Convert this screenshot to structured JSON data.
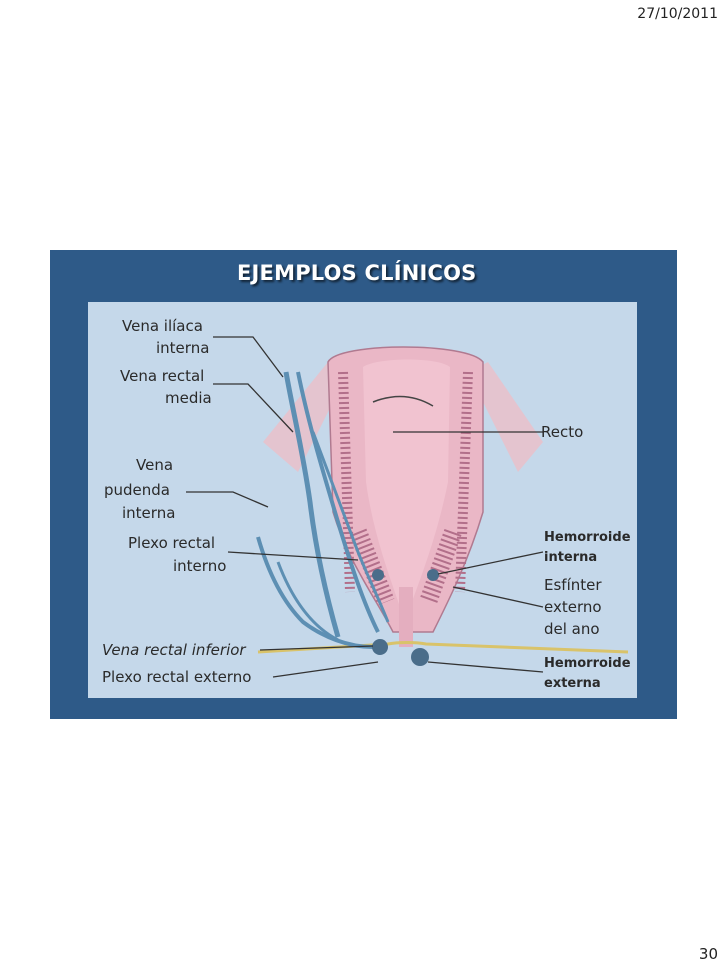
{
  "header": {
    "date": "27/10/2011"
  },
  "footer": {
    "page_number": "30"
  },
  "slide": {
    "title": "EJEMPLOS CLÍNICOS",
    "labels": {
      "vena_iliaca_1": "Vena ilíaca",
      "vena_iliaca_2": "interna",
      "vena_rectal_media_1": "Vena rectal",
      "vena_rectal_media_2": "media",
      "vena_pudenda_1": "Vena",
      "vena_pudenda_2": "pudenda",
      "vena_pudenda_3": "interna",
      "plexo_interno_1": "Plexo rectal",
      "plexo_interno_2": "interno",
      "vena_rectal_inferior": "Vena rectal inferior",
      "plexo_externo": "Plexo rectal externo",
      "recto": "Recto",
      "hemorroide_interna_1": "Hemorroide",
      "hemorroide_interna_2": "interna",
      "esfinter_1": "Esfínter",
      "esfinter_2": "externo",
      "esfinter_3": "del ano",
      "hemorroide_externa_1": "Hemorroide",
      "hemorroide_externa_2": "externa"
    }
  },
  "colors": {
    "slide_bg": "#2e5a88",
    "figure_bg": "#c5d8ea",
    "tissue": "#e8b9c8",
    "veins": "#5d8fb3"
  }
}
